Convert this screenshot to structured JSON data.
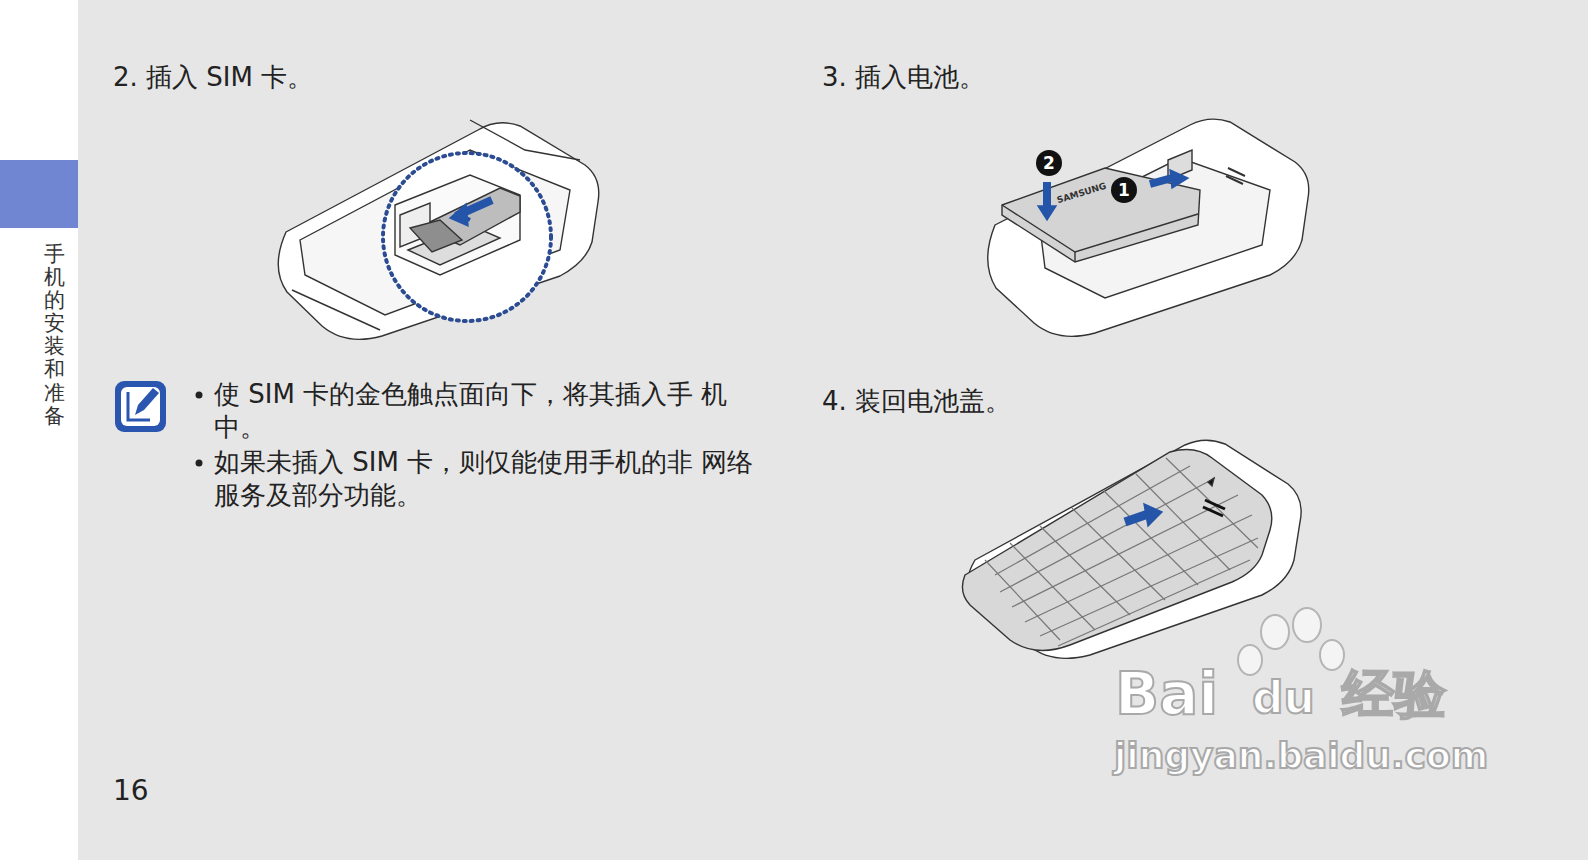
{
  "diagram": {
    "labels": [
      "手机的安装和准备",
      "2. 插入 SIM 卡。",
      "3. 插入电池。",
      "使 SIM 卡的金色触点面向下，将其插入手 机中。",
      "如果未插入 SIM 卡，则仅能使用手机的非 网络服务及部分功能。",
      "4. 装回电池盖。",
      "2",
      "1",
      "SAMSUNG",
      "Bai",
      "du",
      "经验",
      "jingyan.baidu.com",
      "16"
    ]
  }
}
